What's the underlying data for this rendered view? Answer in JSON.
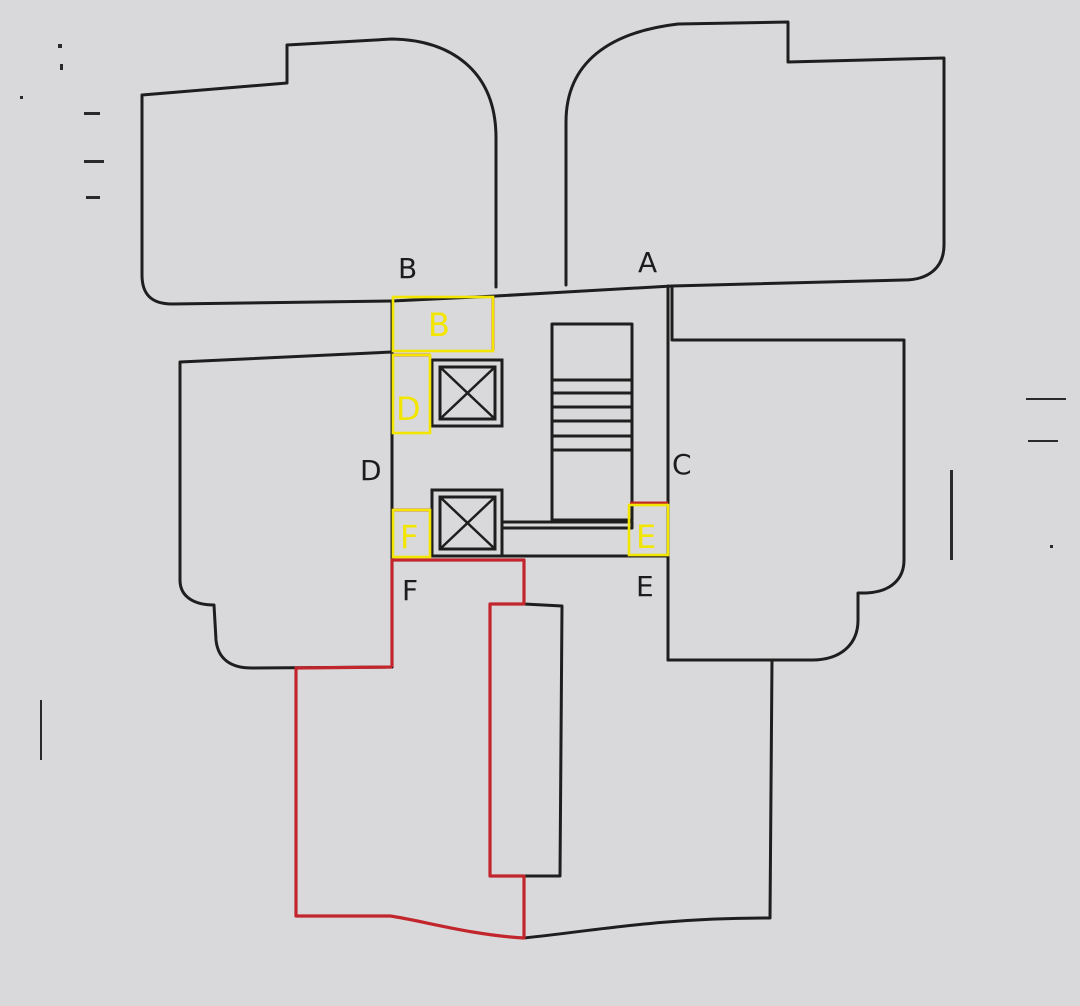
{
  "colors": {
    "paper": "#d9d9db",
    "ink": "#1e1e1e",
    "red": "#c2262c",
    "yellow": "#f2e600"
  },
  "plan_labels": {
    "A": "A",
    "B": "B",
    "C": "C",
    "D": "D",
    "E": "E",
    "F": "F"
  },
  "highlight_labels": {
    "B": "B",
    "D": "D",
    "E": "E",
    "F": "F"
  },
  "icons": {
    "elevator": "elevator-x-box-icon",
    "stair": "stair-treads-icon"
  }
}
